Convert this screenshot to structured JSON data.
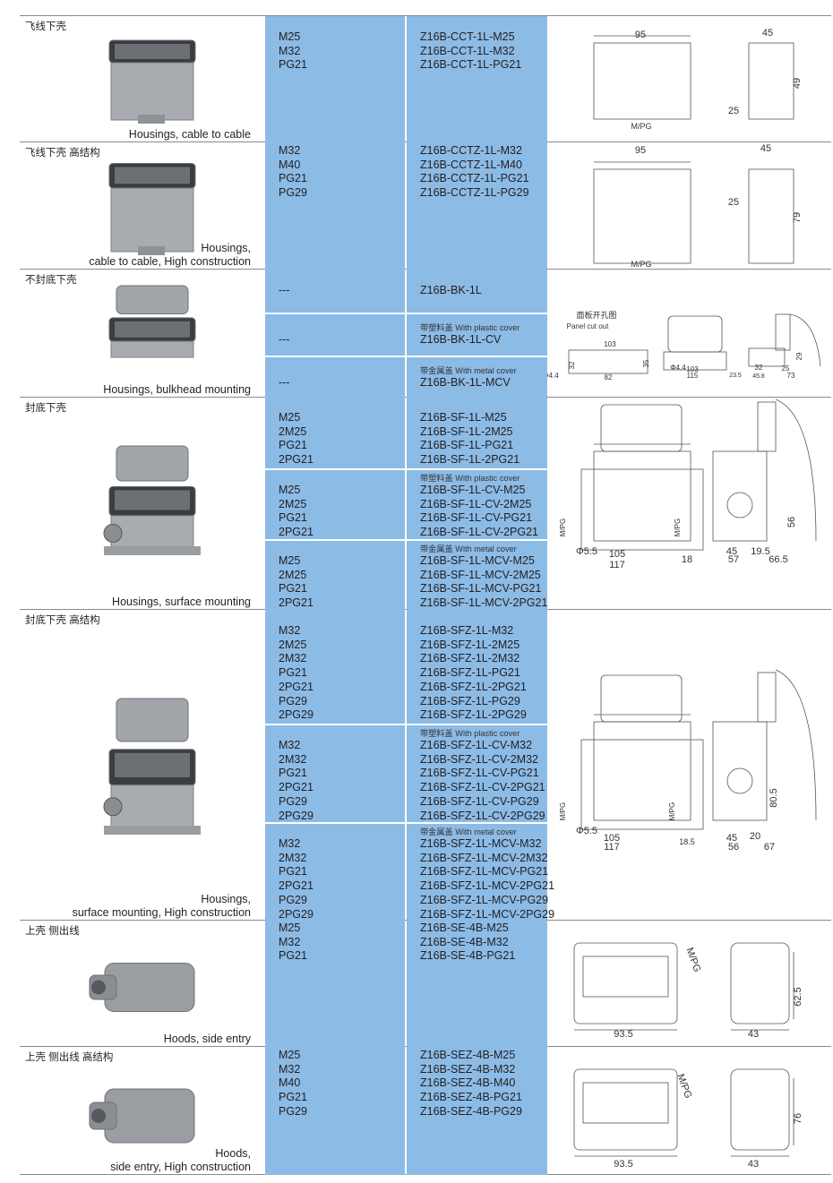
{
  "colors": {
    "cell_blue": "#8cbbe6",
    "rule": "#8a8a8a"
  },
  "rows": [
    {
      "title_cn": "飞线下壳",
      "caption": [
        "Housings, cable to cable"
      ],
      "image": "housing-cable-to-cable-image",
      "subrows": [
        {
          "note": "",
          "threads": [
            "M25",
            "M32",
            "PG21"
          ],
          "parts": [
            "Z16B-CCT-1L-M25",
            "Z16B-CCT-1L-M32",
            "Z16B-CCT-1L-PG21"
          ]
        }
      ],
      "dims": [
        "95",
        "45",
        "49",
        "25",
        "M/PG"
      ]
    },
    {
      "title_cn": "飞线下壳 高结构",
      "caption": [
        "Housings,",
        "cable to cable, High construction"
      ],
      "image": "housing-cable-to-cable-high-image",
      "subrows": [
        {
          "note": "",
          "threads": [
            "M32",
            "M40",
            "PG21",
            "PG29"
          ],
          "parts": [
            "Z16B-CCTZ-1L-M32",
            "Z16B-CCTZ-1L-M40",
            "Z16B-CCTZ-1L-PG21",
            "Z16B-CCTZ-1L-PG29"
          ]
        }
      ],
      "dims": [
        "95",
        "45",
        "25",
        "79",
        "M/PG"
      ]
    },
    {
      "title_cn": "不封底下壳",
      "caption": [
        "Housings, bulkhead mounting"
      ],
      "image": "housing-bulkhead-image",
      "subrows": [
        {
          "note": "",
          "threads": [
            "---"
          ],
          "parts": [
            "Z16B-BK-1L"
          ]
        },
        {
          "note": "带塑料盖 With plastic cover",
          "threads": [
            "---"
          ],
          "parts": [
            "Z16B-BK-1L-CV"
          ]
        },
        {
          "note": "带金属盖 With metal cover",
          "threads": [
            "---"
          ],
          "parts": [
            "Z16B-BK-1L-MCV"
          ]
        }
      ],
      "dims": [
        "面板开孔图",
        "Panel cut out",
        "103",
        "32",
        "35",
        "Φ4.4",
        "82",
        "Φ4.4",
        "103",
        "115",
        "23.5",
        "32",
        "45.8",
        "25",
        "73",
        "29"
      ]
    },
    {
      "title_cn": "封底下壳",
      "caption": [
        "Housings, surface mounting"
      ],
      "image": "housing-surface-mounting-image",
      "subrows": [
        {
          "note": "",
          "threads": [
            "M25",
            "2M25",
            "PG21",
            "2PG21"
          ],
          "parts": [
            "Z16B-SF-1L-M25",
            "Z16B-SF-1L-2M25",
            "Z16B-SF-1L-PG21",
            "Z16B-SF-1L-2PG21"
          ]
        },
        {
          "note": "带塑料盖 With plastic cover",
          "threads": [
            "M25",
            "2M25",
            "PG21",
            "2PG21"
          ],
          "parts": [
            "Z16B-SF-1L-CV-M25",
            "Z16B-SF-1L-CV-2M25",
            "Z16B-SF-1L-CV-PG21",
            "Z16B-SF-1L-CV-2PG21"
          ]
        },
        {
          "note": "带金属盖 With metal cover",
          "threads": [
            "M25",
            "2M25",
            "PG21",
            "2PG21"
          ],
          "parts": [
            "Z16B-SF-1L-MCV-M25",
            "Z16B-SF-1L-MCV-2M25",
            "Z16B-SF-1L-MCV-PG21",
            "Z16B-SF-1L-MCV-2PG21"
          ]
        }
      ],
      "dims": [
        "M/PG",
        "M/PG",
        "Φ5.5",
        "105",
        "117",
        "56",
        "45",
        "19.5",
        "18",
        "57",
        "66.5"
      ]
    },
    {
      "title_cn": "封底下壳 高结构",
      "caption": [
        "Housings,",
        "surface mounting, High construction"
      ],
      "image": "housing-surface-mounting-high-image",
      "subrows": [
        {
          "note": "",
          "threads": [
            "M32",
            "2M25",
            "2M32",
            "PG21",
            "2PG21",
            "PG29",
            "2PG29"
          ],
          "parts": [
            "Z16B-SFZ-1L-M32",
            "Z16B-SFZ-1L-2M25",
            "Z16B-SFZ-1L-2M32",
            "Z16B-SFZ-1L-PG21",
            "Z16B-SFZ-1L-2PG21",
            "Z16B-SFZ-1L-PG29",
            "Z16B-SFZ-1L-2PG29"
          ]
        },
        {
          "note": "带塑料盖 With plastic cover",
          "threads": [
            "M32",
            "2M32",
            "PG21",
            "2PG21",
            "PG29",
            "2PG29"
          ],
          "parts": [
            "Z16B-SFZ-1L-CV-M32",
            "Z16B-SFZ-1L-CV-2M32",
            "Z16B-SFZ-1L-CV-PG21",
            "Z16B-SFZ-1L-CV-2PG21",
            "Z16B-SFZ-1L-CV-PG29",
            "Z16B-SFZ-1L-CV-2PG29"
          ]
        },
        {
          "note": "带金属盖 With metal cover",
          "threads": [
            "M32",
            "2M32",
            "PG21",
            "2PG21",
            "PG29",
            "2PG29"
          ],
          "parts": [
            "Z16B-SFZ-1L-MCV-M32",
            "Z16B-SFZ-1L-MCV-2M32",
            "Z16B-SFZ-1L-MCV-PG21",
            "Z16B-SFZ-1L-MCV-2PG21",
            "Z16B-SFZ-1L-MCV-PG29",
            "Z16B-SFZ-1L-MCV-2PG29"
          ]
        }
      ],
      "dims": [
        "M/PG",
        "M/PG",
        "Φ5.5",
        "105",
        "117",
        "80.5",
        "45",
        "20",
        "18.5",
        "56",
        "67"
      ]
    },
    {
      "title_cn": "上壳 侧出线",
      "caption": [
        "Hoods, side entry"
      ],
      "image": "hood-side-entry-image",
      "subrows": [
        {
          "note": "",
          "threads": [
            "M25",
            "M32",
            "PG21"
          ],
          "parts": [
            "Z16B-SE-4B-M25",
            "Z16B-SE-4B-M32",
            "Z16B-SE-4B-PG21"
          ]
        }
      ],
      "dims": [
        "M/PG",
        "93.5",
        "62.5",
        "43"
      ]
    },
    {
      "title_cn": "上壳 侧出线 高结构",
      "caption": [
        "Hoods,",
        "side entry, High construction"
      ],
      "image": "hood-side-entry-high-image",
      "subrows": [
        {
          "note": "",
          "threads": [
            "M25",
            "M32",
            "M40",
            "PG21",
            "PG29"
          ],
          "parts": [
            "Z16B-SEZ-4B-M25",
            "Z16B-SEZ-4B-M32",
            "Z16B-SEZ-4B-M40",
            "Z16B-SEZ-4B-PG21",
            "Z16B-SEZ-4B-PG29"
          ]
        }
      ],
      "dims": [
        "M/PG",
        "93.5",
        "76",
        "43"
      ]
    }
  ]
}
